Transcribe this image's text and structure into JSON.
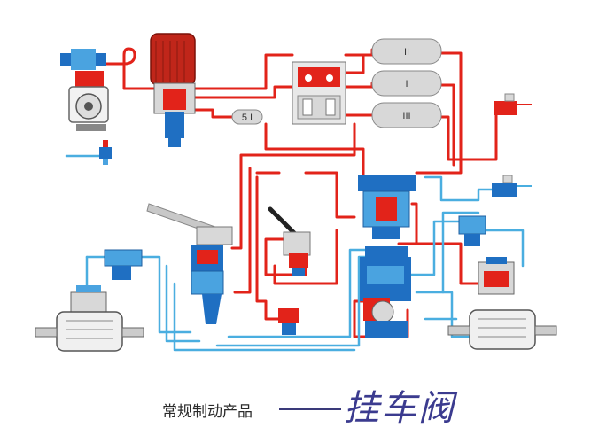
{
  "colors": {
    "air_supply_line": "#e2231a",
    "control_line": "#4aaee0",
    "valve_body": "#1f6fc2",
    "valve_red": "#e2231a",
    "tank_fill": "#d8d8d8",
    "caption_title": "#3b3b8f"
  },
  "tanks": [
    {
      "label": "II"
    },
    {
      "label": "I"
    },
    {
      "label": "III"
    }
  ],
  "small_tank": {
    "label": "5 I"
  },
  "caption": {
    "prefix": "常规制动产品",
    "title": "挂车阀"
  },
  "components": [
    {
      "name": "compressor",
      "icon": "compressor-icon"
    },
    {
      "name": "air-dryer",
      "icon": "air-dryer-icon"
    },
    {
      "name": "four-circuit-protection-valve",
      "icon": "protection-valve-icon"
    },
    {
      "name": "brake-pedal-valve",
      "icon": "foot-brake-valve-icon"
    },
    {
      "name": "hand-brake-valve",
      "icon": "hand-brake-valve-icon"
    },
    {
      "name": "relay-valve",
      "icon": "relay-valve-icon"
    },
    {
      "name": "trailer-control-valve",
      "icon": "trailer-valve-icon"
    },
    {
      "name": "front-brake-chamber",
      "icon": "brake-chamber-icon"
    },
    {
      "name": "rear-spring-brake-chamber",
      "icon": "spring-chamber-icon"
    },
    {
      "name": "coupling-head-red",
      "icon": "coupling-head-icon"
    },
    {
      "name": "coupling-head-blue",
      "icon": "coupling-head-icon"
    }
  ]
}
